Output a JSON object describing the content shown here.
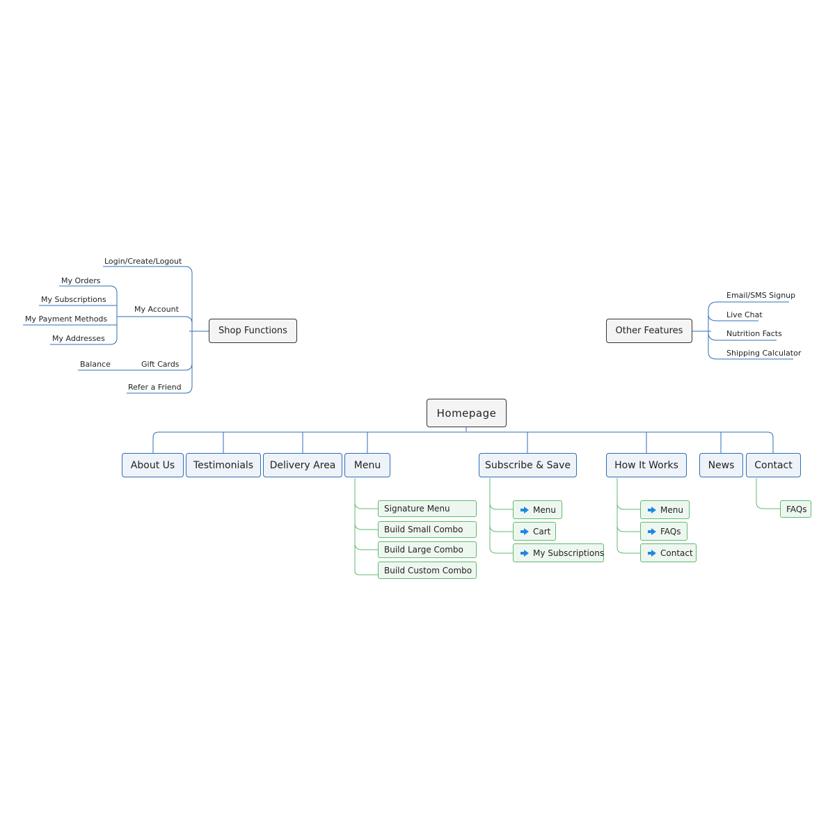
{
  "root": {
    "label": "Homepage"
  },
  "colors": {
    "blue_line": "#2d6db5",
    "green_line": "#5fb870",
    "arrow": "#1e88e5"
  },
  "main_nav": [
    {
      "label": "About Us"
    },
    {
      "label": "Testimonials"
    },
    {
      "label": "Delivery Area"
    },
    {
      "label": "Menu",
      "children": [
        "Signature Menu",
        "Build Small Combo",
        "Build Large Combo",
        "Build Custom Combo"
      ]
    },
    {
      "label": "Subscribe & Save",
      "children": [
        "Menu",
        "Cart",
        "My Subscriptions"
      ]
    },
    {
      "label": "How It Works",
      "children": [
        "Menu",
        "FAQs",
        "Contact"
      ]
    },
    {
      "label": "News"
    },
    {
      "label": "Contact",
      "children": [
        "FAQs"
      ]
    }
  ],
  "shop_functions": {
    "label": "Shop Functions",
    "items": [
      {
        "label": "Login/Create/Logout"
      },
      {
        "label": "My Account",
        "children": [
          "My Orders",
          "My Subscriptions",
          "My Payment Methods",
          "My Addresses"
        ]
      },
      {
        "label": "Gift Cards",
        "children": [
          "Balance"
        ]
      },
      {
        "label": "Refer a Friend"
      }
    ]
  },
  "other_features": {
    "label": "Other Features",
    "items": [
      "Email/SMS Signup",
      "Live Chat",
      "Nutrition Facts",
      "Shipping Calculator"
    ]
  },
  "icons": {
    "link_marker": "arrow-right-icon"
  }
}
